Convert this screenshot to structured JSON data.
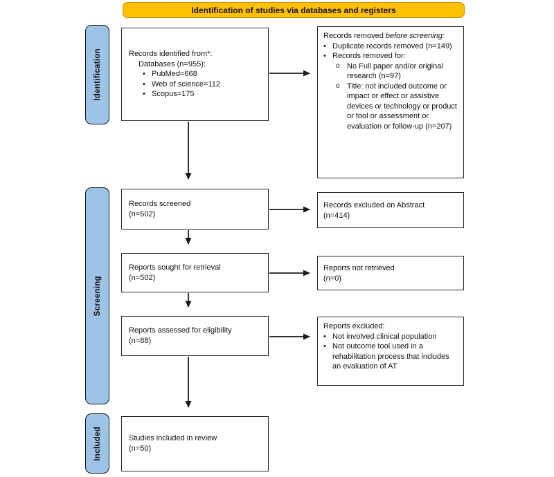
{
  "title": "Identification of studies via databases and registers",
  "glyphs": {
    "bullet": "•",
    "sub_bullet": "o"
  },
  "colors": {
    "banner_fill": "#FFC000",
    "banner_border": "#C88F00",
    "stage_fill": "#9DC3E6",
    "box_border": "#262626",
    "arrow": "#1a1a1a",
    "text": "#111111"
  },
  "sidebar": {
    "stages": [
      {
        "label": "Identification"
      },
      {
        "label": "Screening"
      },
      {
        "label": "Included"
      }
    ]
  },
  "flow": {
    "identified": {
      "line1": "Records identified from*:",
      "line2": "Databases (n=955):",
      "bullets": [
        "PubMed=668",
        "Web of science=112",
        "Scopus=175"
      ]
    },
    "screened": {
      "text": "Records screened",
      "n": "(n=502)"
    },
    "sought": {
      "text": "Reports sought for retrieval",
      "n": "(n=502)"
    },
    "assessed": {
      "text": "Reports assessed for eligibility",
      "n": "(n=88)"
    },
    "included": {
      "text": "Studies included in review",
      "n": "(n=50)"
    }
  },
  "exclusions": {
    "removed_before": {
      "heading_normal": "Records removed ",
      "heading_italic": "before screening:",
      "bullet1": "Duplicate records removed (n=149)",
      "bullet2": "Records removed for:",
      "sub1": "No Full paper and/or original research (n=97)",
      "sub2": "Title: not included outcome or impact or effect or assistive devices or technology or product or tool or assessment or evaluation or follow-up (n=207)"
    },
    "abstract": {
      "text": "Records excluded on Abstract",
      "n": "(n=414)"
    },
    "not_retrieved": {
      "text": "Reports not retrieved",
      "n": "(n=0)"
    },
    "excluded": {
      "heading": "Reports excluded:",
      "bullets": [
        "Not involved clinical population",
        "Not outcome tool used in a rehabilitation process that includes an evaluation of AT"
      ]
    }
  }
}
